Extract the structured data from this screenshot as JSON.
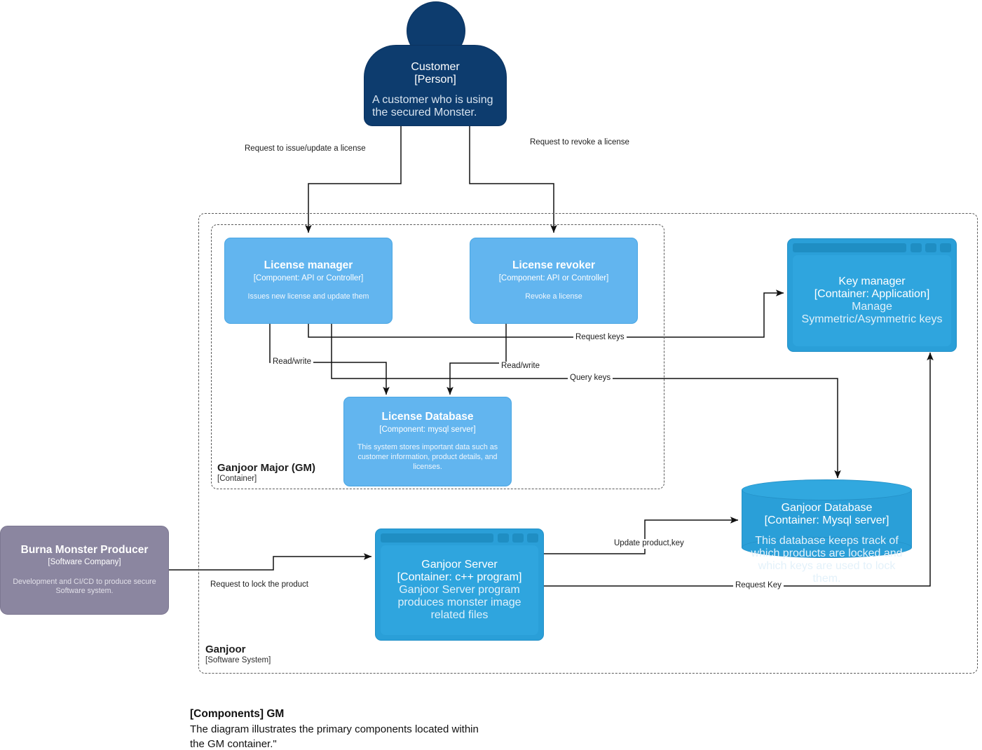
{
  "diagram": {
    "type": "C4 component diagram",
    "colors": {
      "person": "#0d3c6e",
      "component": "#62b5ef",
      "container": "#2a9fd8",
      "external_company": "#8b86a0",
      "boundary_border": "#5a5a5a",
      "edge": "#1d1d1d",
      "background": "#ffffff"
    }
  },
  "nodes": {
    "customer": {
      "name": "Customer",
      "tech": "[Person]",
      "desc": "A customer who is using the secured Monster.",
      "shape": "person"
    },
    "license_manager": {
      "name": "License manager",
      "tech": "[Component: API or Controller]",
      "desc": "Issues new license and update them",
      "shape": "component"
    },
    "license_revoker": {
      "name": "License revoker",
      "tech": "[Component: API or Controller]",
      "desc": "Revoke a license",
      "shape": "component"
    },
    "license_database": {
      "name": "License Database",
      "tech": "[Component: mysql server]",
      "desc": "This system stores important data such as customer information, product details, and licenses.",
      "shape": "component"
    },
    "key_manager": {
      "name": "Key manager",
      "tech": "[Container: Application]",
      "desc": "Manage Symmetric/Asymmetric keys",
      "shape": "window"
    },
    "ganjoor_server": {
      "name": "Ganjoor Server",
      "tech": "[Container: c++ program]",
      "desc": "Ganjoor Server program produces monster image related files",
      "shape": "window"
    },
    "ganjoor_database": {
      "name": "Ganjoor Database",
      "tech": "[Container: Mysql server]",
      "desc": "This database keeps track of which products are locked and which keys are used to lock them.",
      "shape": "cylinder"
    },
    "burna_monster_producer": {
      "name": "Burna Monster Producer",
      "tech": "[Software Company]",
      "desc": "Development and CI/CD to produce secure Software system.",
      "shape": "company"
    }
  },
  "boundaries": {
    "ganjoor": {
      "name": "Ganjoor",
      "tech": "[Software System]"
    },
    "ganjoor_major": {
      "name": "Ganjoor Major (GM)",
      "tech": "[Container]"
    }
  },
  "edges": [
    {
      "id": "issue-update",
      "label": "Request to issue/update a license",
      "from": "customer",
      "to": "license_manager"
    },
    {
      "id": "revoke",
      "label": "Request to revoke a license",
      "from": "customer",
      "to": "license_revoker"
    },
    {
      "id": "lm-readwrite",
      "label": "Read/write",
      "from": "license_manager",
      "to": "license_database"
    },
    {
      "id": "lr-readwrite",
      "label": "Read/write",
      "from": "license_revoker",
      "to": "license_database"
    },
    {
      "id": "request-keys",
      "label": "Request keys",
      "from": "license_manager",
      "to": "key_manager"
    },
    {
      "id": "query-keys",
      "label": "Query keys",
      "from": "license_manager",
      "to": "ganjoor_database"
    },
    {
      "id": "lock-product",
      "label": "Request to lock the product",
      "from": "burna_monster_producer",
      "to": "ganjoor_server"
    },
    {
      "id": "update-product",
      "label": "Update product,key",
      "from": "ganjoor_server",
      "to": "ganjoor_database"
    },
    {
      "id": "request-key",
      "label": "Request Key",
      "from": "ganjoor_server",
      "to": "key_manager"
    }
  ],
  "caption": {
    "title": "[Components] GM",
    "body": "The diagram illustrates the primary components located within the GM container.\""
  }
}
